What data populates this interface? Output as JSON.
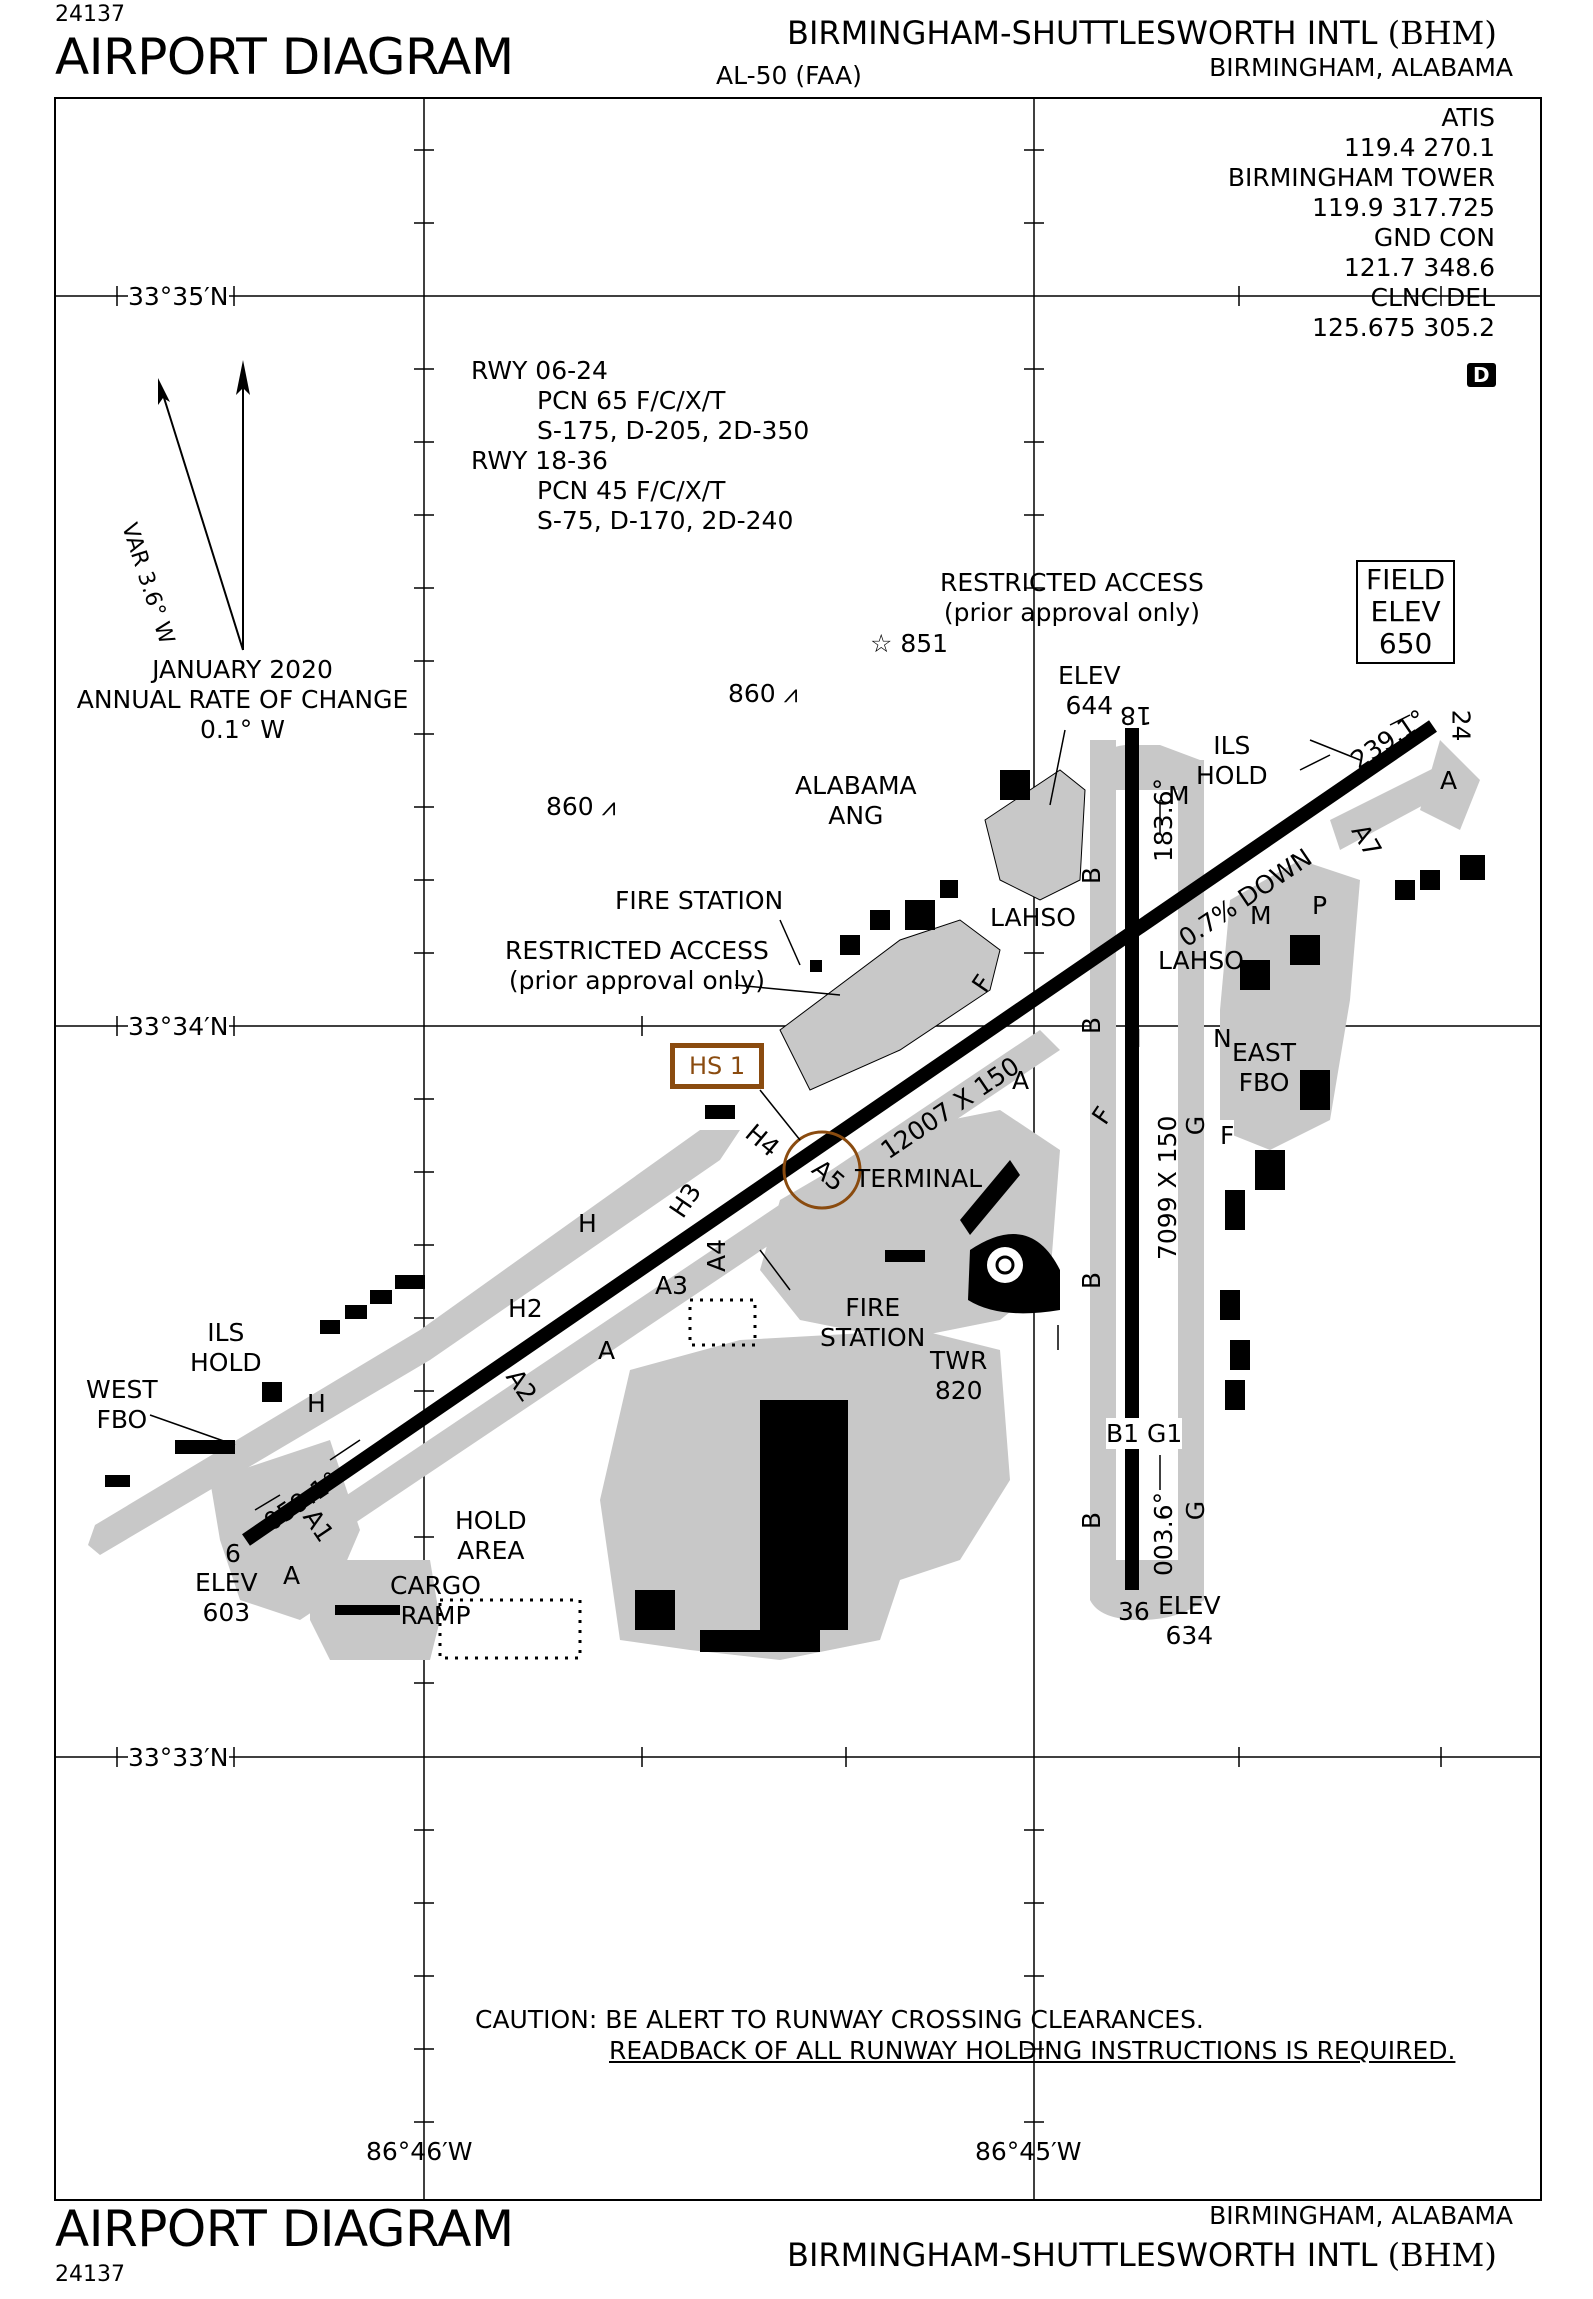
{
  "header": {
    "ident_top": "24137",
    "title_top": "AIRPORT DIAGRAM",
    "airport_name_top": "BIRMINGHAM-SHUTTLESWORTH INTL",
    "airport_code": "(BHM)",
    "location_top": "BIRMINGHAM, ALABAMA",
    "faa_ref": "AL-50 (FAA)"
  },
  "frequencies": [
    "ATIS",
    "119.4 270.1",
    "BIRMINGHAM TOWER",
    "119.9 317.725",
    "GND CON",
    "121.7 348.6",
    "CLNC DEL",
    "125.675 305.2"
  ],
  "d_badge": "D",
  "runway_info": {
    "rwy1": "RWY 06-24",
    "rwy1_pcn": "PCN 65 F/C/X/T",
    "rwy1_wt": "S-175, D-205, 2D-350",
    "rwy2": "RWY 18-36",
    "rwy2_pcn": "PCN 45 F/C/X/T",
    "rwy2_wt": "S-75, D-170, 2D-240"
  },
  "magvar": {
    "label": "VAR 3.6° W",
    "date": "JANUARY 2020",
    "rate1": "ANNUAL RATE OF CHANGE",
    "rate2": "0.1° W"
  },
  "field_elev": {
    "l1": "FIELD",
    "l2": "ELEV",
    "l3": "650"
  },
  "latitudes": [
    "33°35′N",
    "33°34′N",
    "33°33′N"
  ],
  "longitudes": [
    "86°46′W",
    "86°45′W"
  ],
  "labels": {
    "restricted1_a": "RESTRICTED ACCESS",
    "restricted1_b": "(prior approval only)",
    "restricted2_a": "RESTRICTED ACCESS",
    "restricted2_b": "(prior approval only)",
    "obst851": "851",
    "obst860a": "860",
    "obst860b": "860",
    "elev644_a": "ELEV",
    "elev644_b": "644",
    "alabama_a": "ALABAMA",
    "alabama_b": "ANG",
    "fire_station1": "FIRE STATION",
    "ils_hold_e_a": "ILS",
    "ils_hold_e_b": "HOLD",
    "ils_hold_w_a": "ILS",
    "ils_hold_w_b": "HOLD",
    "west_fbo_a": "WEST",
    "west_fbo_b": "FBO",
    "east_fbo_a": "EAST",
    "east_fbo_b": "FBO",
    "lahso1": "LAHSO",
    "lahso2": "LAHSO",
    "hs1": "HS 1",
    "terminal": "TERMINAL",
    "fire_station2_a": "FIRE",
    "fire_station2_b": "STATION",
    "twr_a": "TWR",
    "twr_b": "820",
    "hold_area_a": "HOLD",
    "hold_area_b": "AREA",
    "cargo_a": "CARGO",
    "cargo_b": "RAMP",
    "elev603_a": "ELEV",
    "elev603_b": "603",
    "elev634_a": "ELEV",
    "elev634_b": "634",
    "rwy_dim1": "12007 X 150",
    "rwy_dim2": "7099 X 150",
    "hdg_239": "239.1°",
    "hdg_059": "059.1°",
    "hdg_183": "183.6°",
    "hdg_003": "003.6°",
    "slope": "0.7% DOWN",
    "rwy_end_6": "6",
    "rwy_end_24": "24",
    "rwy_end_18": "18",
    "rwy_end_36": "36",
    "b1g1": "B1 G1"
  },
  "taxiways": [
    "A",
    "A1",
    "A2",
    "A3",
    "A4",
    "A5",
    "A7",
    "H",
    "H2",
    "H3",
    "H4",
    "B",
    "F",
    "G",
    "M",
    "N",
    "P"
  ],
  "caution": {
    "line1": "CAUTION:  BE ALERT TO RUNWAY CROSSING CLEARANCES.",
    "line2": "READBACK OF ALL RUNWAY HOLDING INSTRUCTIONS IS REQUIRED."
  },
  "footer": {
    "title_bottom": "AIRPORT DIAGRAM",
    "ident_bottom": "24137",
    "location_bottom": "BIRMINGHAM, ALABAMA",
    "airport_name_bottom": "BIRMINGHAM-SHUTTLESWORTH INTL",
    "airport_code": "(BHM)"
  },
  "colors": {
    "pavement": "#c8c8c8",
    "runway": "#000000",
    "hot_spot": "#8a4b0f"
  }
}
